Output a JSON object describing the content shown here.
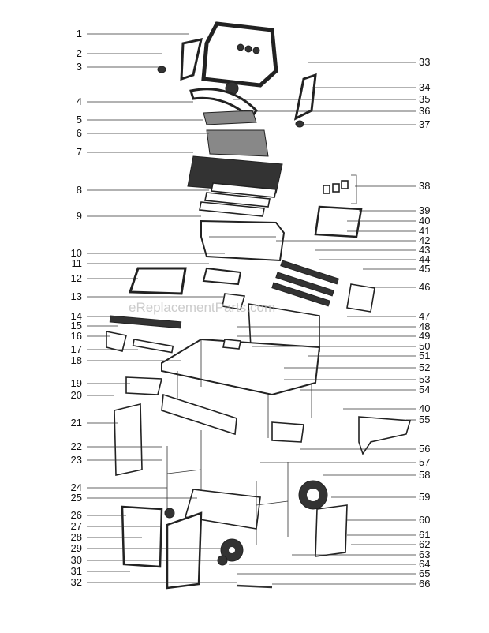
{
  "title": "Gas Grill Exploded Parts Diagram",
  "watermark": "eReplacementParts.com",
  "left_callouts": [
    "1",
    "2",
    "3",
    "4",
    "5",
    "6",
    "7",
    "8",
    "9",
    "10",
    "11",
    "12",
    "13",
    "14",
    "15",
    "16",
    "17",
    "18",
    "19",
    "20",
    "21",
    "22",
    "23",
    "24",
    "25",
    "26",
    "27",
    "28",
    "29",
    "30",
    "31",
    "32"
  ],
  "right_callouts": [
    "33",
    "34",
    "35",
    "36",
    "37",
    "38",
    "39",
    "40",
    "41",
    "42",
    "43",
    "44",
    "45",
    "46",
    "47",
    "48",
    "49",
    "50",
    "51",
    "52",
    "53",
    "54",
    "40",
    "55",
    "56",
    "57",
    "58",
    "59",
    "60",
    "61",
    "62",
    "63",
    "64",
    "65",
    "66"
  ]
}
